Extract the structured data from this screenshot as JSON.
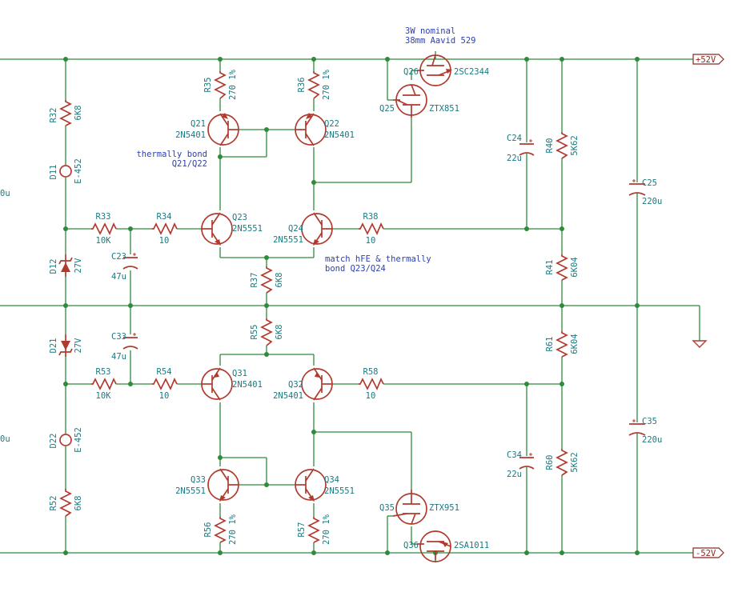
{
  "labels": {
    "R32": [
      "R32",
      "6K8"
    ],
    "D11": [
      "D11",
      "E-452"
    ],
    "D12": [
      "D12",
      "27V"
    ],
    "C23": [
      "C23",
      "47u"
    ],
    "R33": [
      "R33",
      "10K"
    ],
    "R34": [
      "R34",
      "10"
    ],
    "R35": [
      "R35",
      "270 1%"
    ],
    "R36": [
      "R36",
      "270 1%"
    ],
    "Q21": [
      "Q21",
      "2N5401"
    ],
    "Q22": [
      "Q22",
      "2N5401"
    ],
    "Q23": [
      "Q23",
      "2N5551"
    ],
    "Q24": [
      "Q24",
      "2N5551"
    ],
    "R37": [
      "R37",
      "6K8"
    ],
    "R38": [
      "R38",
      "10"
    ],
    "Q25": [
      "Q25",
      "ZTX851"
    ],
    "Q26": [
      "Q26",
      "2SC2344"
    ],
    "C24": [
      "C24",
      "22u"
    ],
    "R40": [
      "R40",
      "5K62"
    ],
    "R41": [
      "R41",
      "6K04"
    ],
    "C25": [
      "C25",
      "220u"
    ],
    "R55": [
      "R55",
      "6K8"
    ],
    "D21": [
      "D21",
      "27V"
    ],
    "C33": [
      "C33",
      "47u"
    ],
    "R53": [
      "R53",
      "10K"
    ],
    "R54": [
      "R54",
      "10"
    ],
    "Q31": [
      "Q31",
      "2N5401"
    ],
    "Q32": [
      "Q32",
      "2N5401"
    ],
    "R58": [
      "R58",
      "10"
    ],
    "D22": [
      "D22",
      "E-452"
    ],
    "R52": [
      "R52",
      "6K8"
    ],
    "Q33": [
      "Q33",
      "2N5551"
    ],
    "Q34": [
      "Q34",
      "2N5551"
    ],
    "R56": [
      "R56",
      "270 1%"
    ],
    "R57": [
      "R57",
      "270 1%"
    ],
    "Q35": [
      "Q35",
      "ZTX951"
    ],
    "Q36": [
      "Q36",
      "2SA1011"
    ],
    "C34": [
      "C34",
      "22u"
    ],
    "R60": [
      "R60",
      "5K62"
    ],
    "R61": [
      "R61",
      "6K04"
    ],
    "C35": [
      "C35",
      "220u"
    ]
  },
  "cut_labels": [
    "0u",
    "0u"
  ],
  "notes": {
    "heatsink": [
      "3W nominal",
      "38mm Aavid 529"
    ],
    "bond_top": [
      "thermally bond",
      "Q21/Q22"
    ],
    "hfe": [
      "match hFE & thermally",
      "bond Q23/Q24"
    ]
  },
  "rails": {
    "pos": "+52V",
    "neg": "-52V"
  },
  "colors": {
    "wire": "#2e8b3a",
    "part": "#b03a2e",
    "ref": "#1a7a80",
    "note": "#2b3fb0"
  }
}
